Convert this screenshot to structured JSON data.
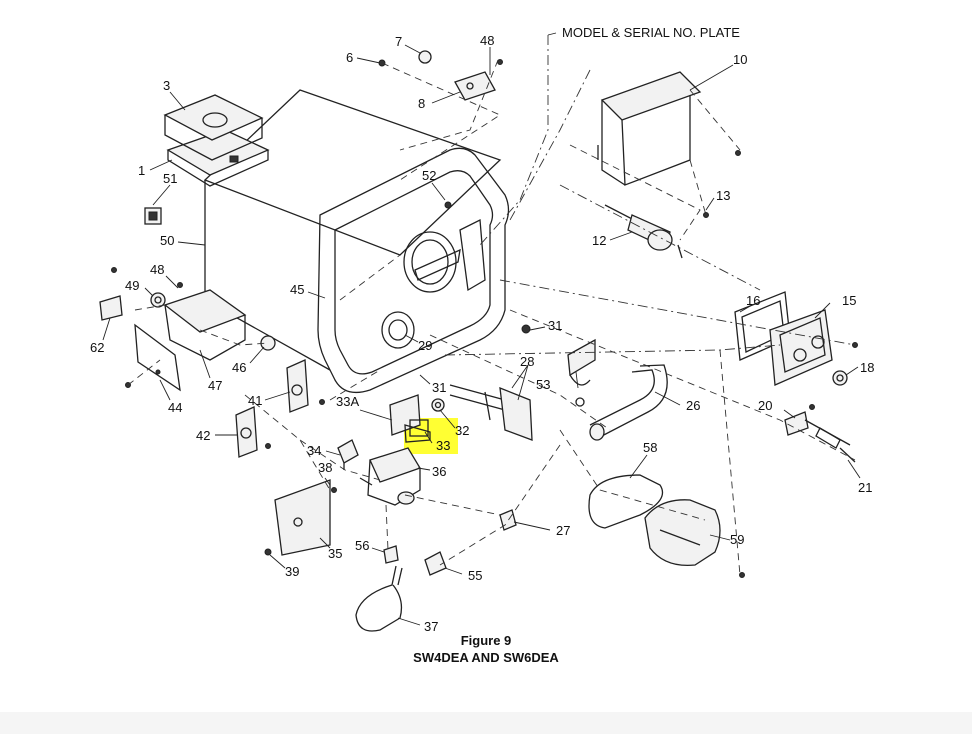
{
  "figure": {
    "caption": "Figure 9",
    "subtitle": "SW4DEA AND SW6DEA",
    "plate_label": "MODEL & SERIAL NO. PLATE"
  },
  "highlight": {
    "part": "33",
    "color": "#ffff33"
  },
  "parts": {
    "p1": "1",
    "p3": "3",
    "p6": "6",
    "p7": "7",
    "p8": "8",
    "p10": "10",
    "p12": "12",
    "p13": "13",
    "p15": "15",
    "p16": "16",
    "p18": "18",
    "p20": "20",
    "p21": "21",
    "p26": "26",
    "p27": "27",
    "p28": "28",
    "p29": "29",
    "p31a": "31",
    "p31b": "31",
    "p32": "32",
    "p33": "33",
    "p33A": "33A",
    "p34": "34",
    "p35": "35",
    "p36": "36",
    "p37": "37",
    "p38": "38",
    "p39": "39",
    "p41": "41",
    "p42": "42",
    "p44": "44",
    "p45": "45",
    "p46": "46",
    "p47": "47",
    "p48a": "48",
    "p48b": "48",
    "p49": "49",
    "p50": "50",
    "p51": "51",
    "p52": "52",
    "p53": "53",
    "p55": "55",
    "p56": "56",
    "p58": "58",
    "p59": "59",
    "p62": "62"
  }
}
